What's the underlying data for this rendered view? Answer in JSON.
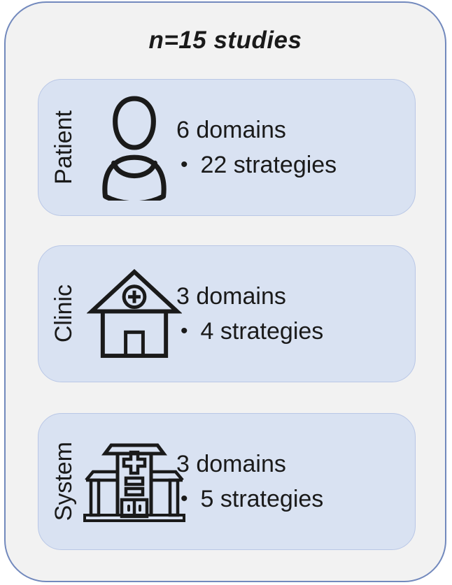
{
  "title": "n=15 studies",
  "colors": {
    "outer_border": "#7289bd",
    "outer_fill": "#f2f2f2",
    "card_fill": "#d9e2f2",
    "card_border": "#b9c7e6",
    "text": "#1a1a1a",
    "page_bg": "#ffffff"
  },
  "cards": [
    {
      "label": "Patient",
      "icon": "person-icon",
      "line1": "6 domains",
      "bullet": "•",
      "line2": "22 strategies"
    },
    {
      "label": "Clinic",
      "icon": "clinic-icon",
      "line1": "3 domains",
      "bullet": "•",
      "line2": "4 strategies"
    },
    {
      "label": "System",
      "icon": "hospital-icon",
      "line1": "3 domains",
      "bullet": "•",
      "line2": "5 strategies"
    }
  ]
}
